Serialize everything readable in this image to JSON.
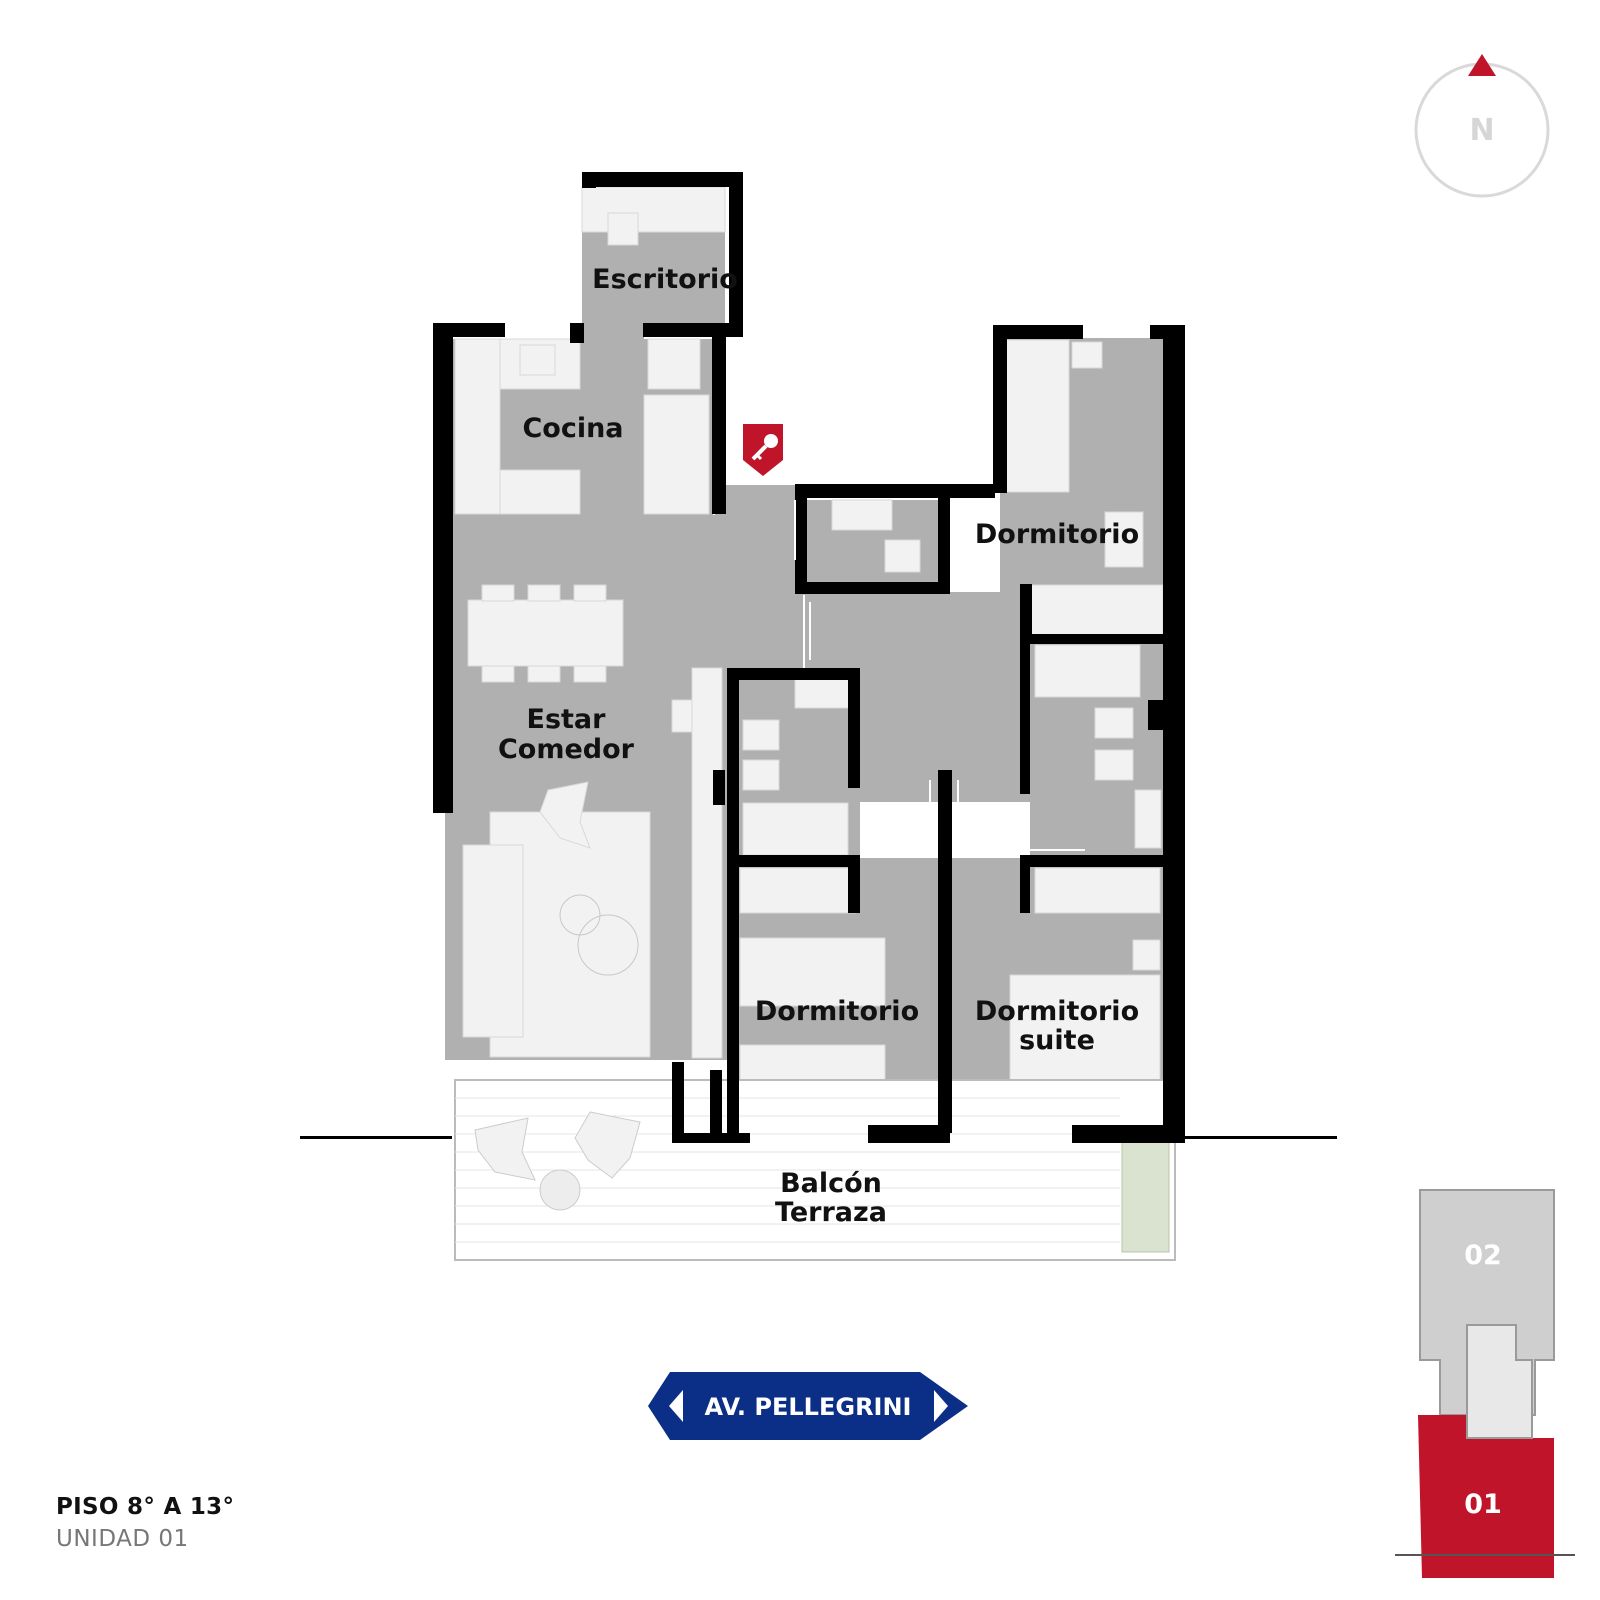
{
  "colors": {
    "wall": "#000000",
    "floor": "#b0b0b0",
    "furniture": "#f2f2f2",
    "accent_red": "#c0142a",
    "street_blue": "#0b2e86",
    "unit_other": "#cfcfcf"
  },
  "rooms": {
    "escritorio": [
      "Escritorio"
    ],
    "cocina": [
      "Cocina"
    ],
    "dormitorio_north": [
      "Dormitorio"
    ],
    "estar_comedor": [
      "Estar",
      "Comedor"
    ],
    "dormitorio_middle": [
      "Dormitorio"
    ],
    "dormitorio_suite": [
      "Dormitorio",
      "suite"
    ],
    "balcon": [
      "Balcón",
      "Terraza"
    ]
  },
  "compass": {
    "label": "N"
  },
  "entrance": {
    "icon": "key-icon"
  },
  "street": {
    "label": "AV. PELLEGRINI"
  },
  "key_plan": {
    "unit_upper": "02",
    "unit_lower": "01"
  },
  "floor_info": {
    "title": "PISO 8° A 13°",
    "unit": "UNIDAD 01"
  }
}
